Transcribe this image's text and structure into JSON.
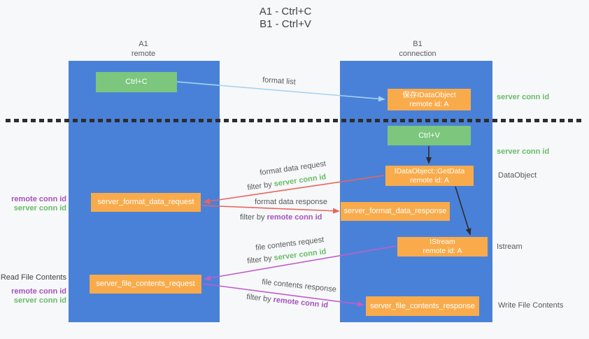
{
  "palette": {
    "background": "#f7f8fa",
    "column_blue": "#4a81d8",
    "box_green": "#7cc67e",
    "box_orange": "#f9ab4b",
    "arrow_red": "#e9655c",
    "arrow_magenta": "#bf5fc9",
    "arrow_lightblue": "#a5d3f2",
    "arrow_black": "#2d2d2d",
    "text_purple": "#a552bb",
    "text_green": "#67bd67",
    "text_gray": "#595959",
    "text_dark": "#404040",
    "box_text": "#ffffff"
  },
  "title": {
    "line1": "A1 - Ctrl+C",
    "line2": "B1 - Ctrl+V"
  },
  "columns": {
    "left": {
      "name": "A1",
      "subtitle": "remote"
    },
    "right": {
      "name": "B1",
      "subtitle": "connection"
    }
  },
  "nodes": {
    "ctrl_c": {
      "label": "Ctrl+C"
    },
    "save_idataobject": {
      "line1": "保存IDataObject",
      "line2": "remote id: A"
    },
    "ctrl_v": {
      "label": "Ctrl+V"
    },
    "getdata": {
      "line1": "IDataObject::GetData",
      "line2": "remote id: A"
    },
    "server_format_data_request": {
      "label": "server_format_data_request"
    },
    "server_format_data_response": {
      "label": "server_format_data_response"
    },
    "istream": {
      "line1": "IStream",
      "line2": "remote id: A"
    },
    "server_file_contents_request": {
      "label": "server_file_contents_request"
    },
    "server_file_contents_response": {
      "label": "server_file_contents_response"
    }
  },
  "side_labels": {
    "server_conn_id_top": "server conn id",
    "server_conn_id_mid": "server conn id",
    "dataobject": "DataObject",
    "istream": "Istream",
    "write_file_contents": "Write File Contents",
    "read_file_contents": "Read File Contents",
    "mid_left": {
      "remote_conn_id": "remote conn id",
      "server_conn_id": "server conn id"
    },
    "bottom_left": {
      "remote_conn_id": "remote conn id",
      "server_conn_id": "server conn id"
    }
  },
  "flow_labels": {
    "format_list": "format list",
    "format_data_request": "format data request",
    "format_data_request_filter": {
      "prefix": "filter by ",
      "key": "server conn id"
    },
    "format_data_response": "format data response",
    "format_data_response_filter": {
      "prefix": "filter by ",
      "key": "remote conn id"
    },
    "file_contents_request": "file contents request",
    "file_contents_request_filter": {
      "prefix": "filter by ",
      "key": "server conn id"
    },
    "file_contents_response": "file contents response",
    "file_contents_response_filter": {
      "prefix": "filter by ",
      "key": "remote conn id"
    }
  }
}
